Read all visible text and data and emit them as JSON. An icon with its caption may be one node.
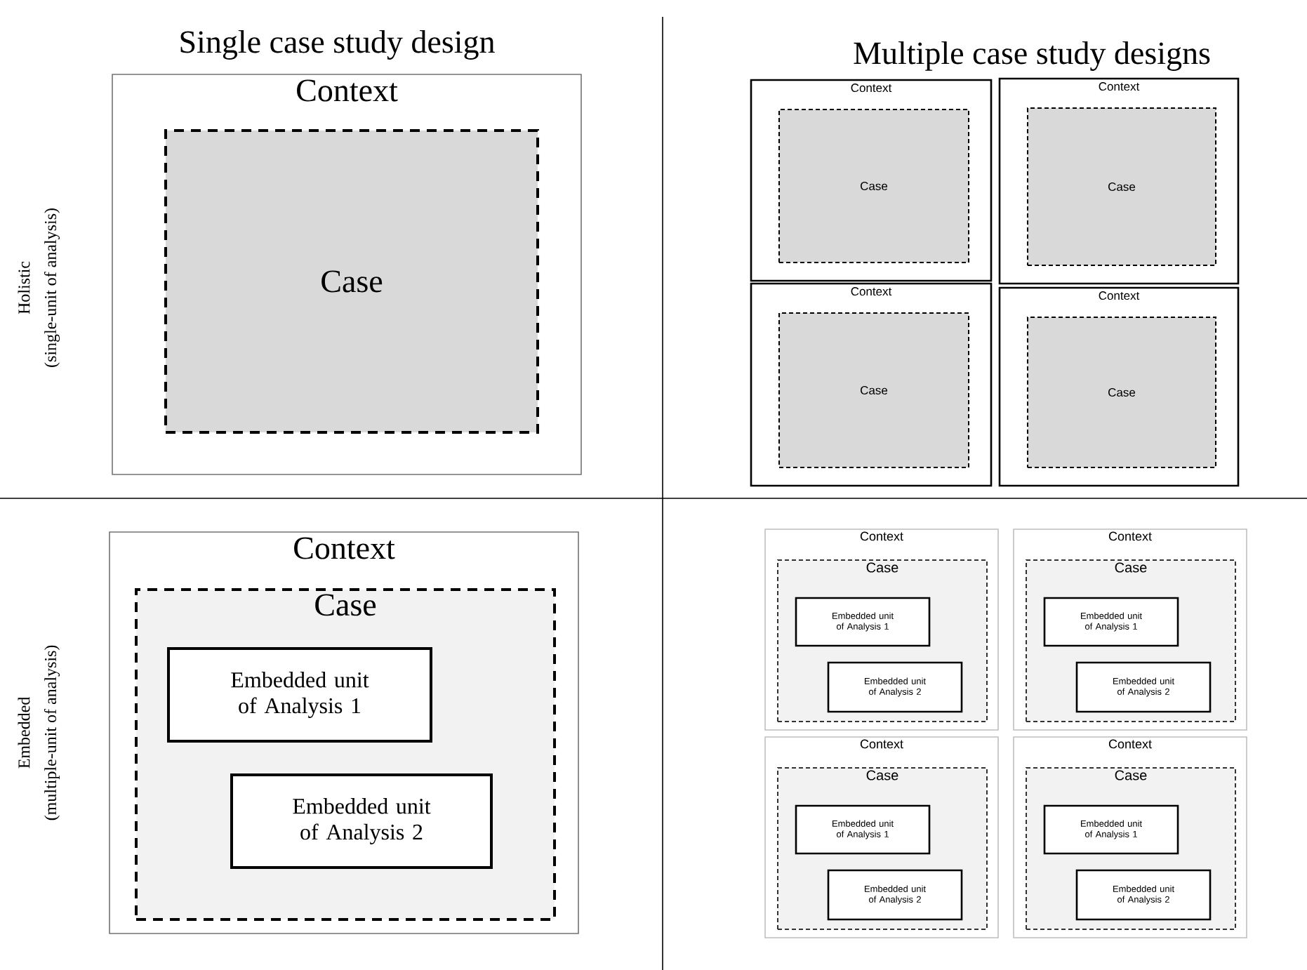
{
  "diagram": {
    "nodes": [
      {
        "text": [
          "Context"
        ]
      },
      {
        "text": [
          "Case"
        ],
        "in": 0
      },
      {
        "text": [
          "Context"
        ]
      },
      {
        "text": [
          "Case"
        ],
        "in": 2
      },
      {
        "text": [
          "Context"
        ]
      },
      {
        "text": [
          "Case"
        ],
        "in": 4
      },
      {
        "text": [
          "Context"
        ]
      },
      {
        "text": [
          "Case"
        ],
        "in": 6
      },
      {
        "text": [
          "Context"
        ]
      },
      {
        "text": [
          "Case"
        ],
        "in": 8
      },
      {
        "text": [
          "Context"
        ]
      },
      {
        "text": [
          "Case"
        ],
        "in": 10
      },
      {
        "text": [
          "Embedded unit of Analysis 1"
        ],
        "in": 11
      },
      {
        "text": [
          "Embedded unit of Analysis 2"
        ],
        "in": 11
      },
      {
        "text": [
          "Context"
        ]
      },
      {
        "text": [
          "Case"
        ],
        "in": 14
      },
      {
        "text": [
          "Embedded unit of Analysis 1"
        ],
        "in": 15
      },
      {
        "text": [
          "Embedded unit of Analysis 2"
        ],
        "in": 15
      },
      {
        "text": [
          "Context"
        ]
      },
      {
        "text": [
          "Case"
        ],
        "in": 18
      },
      {
        "text": [
          "Embedded unit of Analysis 1"
        ],
        "in": 19
      },
      {
        "text": [
          "Embedded unit of Analysis 2"
        ],
        "in": 19
      },
      {
        "text": [
          "Context"
        ]
      },
      {
        "text": [
          "Case"
        ],
        "in": 22
      },
      {
        "text": [
          "Embedded unit of Analysis 1"
        ],
        "in": 23
      },
      {
        "text": [
          "Embedded unit of Analysis 2"
        ],
        "in": 23
      },
      {
        "text": [
          "Context"
        ]
      },
      {
        "text": [
          "Case"
        ],
        "in": 26
      },
      {
        "text": [
          "Embedded unit of Analysis 1"
        ],
        "in": 27
      },
      {
        "text": [
          "Embedded unit of Analysis 2"
        ],
        "in": 27
      }
    ],
    "labels": [
      "Single case study design",
      "Multiple case study designs",
      "Holistic",
      "(single-unit of analysis)",
      "Embedded",
      "(multiple-unit of analysis)"
    ]
  }
}
